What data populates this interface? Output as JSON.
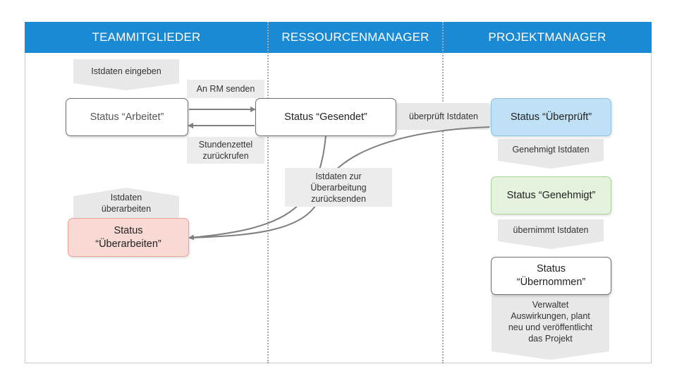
{
  "lanes": {
    "team": "TEAMMITGLIEDER",
    "rm": "RESSOURCENMANAGER",
    "pm": "PROJEKTMANAGER"
  },
  "states": {
    "arbeitet": "Status “Arbeitet”",
    "gesendet": "Status “Gesendet”",
    "ueberprueft": "Status “Überprüft”",
    "genehmigt": "Status “Genehmigt”",
    "ueberarbeiten_l1": "Status",
    "ueberarbeiten_l2": "“Überarbeiten”",
    "uebernommen_l1": "Status",
    "uebernommen_l2": "“Übernommen”"
  },
  "actions": {
    "istdaten_eingeben": "Istdaten eingeben",
    "an_rm_senden": "An RM senden",
    "stundenzettel_l1": "Stundenzettel",
    "stundenzettel_l2": "zurückrufen",
    "ueberprueft_istdaten": "überprüft Istdaten",
    "genehmigt_istdaten": "Genehmigt Istdaten",
    "uebernimmt_istdaten": "übernimmt Istdaten",
    "istdaten_ueberarbeiten_l1": "Istdaten",
    "istdaten_ueberarbeiten_l2": "überarbeiten",
    "zuruecksenden_l1": "Istdaten zur",
    "zuruecksenden_l2": "Überarbeitung",
    "zuruecksenden_l3": "zurücksenden",
    "verwaltet_l1": "Verwaltet",
    "verwaltet_l2": "Auswirkungen, plant",
    "verwaltet_l3": "neu und veröffentlicht",
    "verwaltet_l4": "das Projekt"
  },
  "colors": {
    "header": "#1a8ad4",
    "reviewed": "#bfe0f5",
    "approved": "#e4f2de",
    "rework": "#f8d9d3",
    "arrow": "#7f7f7f",
    "chevron": "#e8e8e8"
  }
}
